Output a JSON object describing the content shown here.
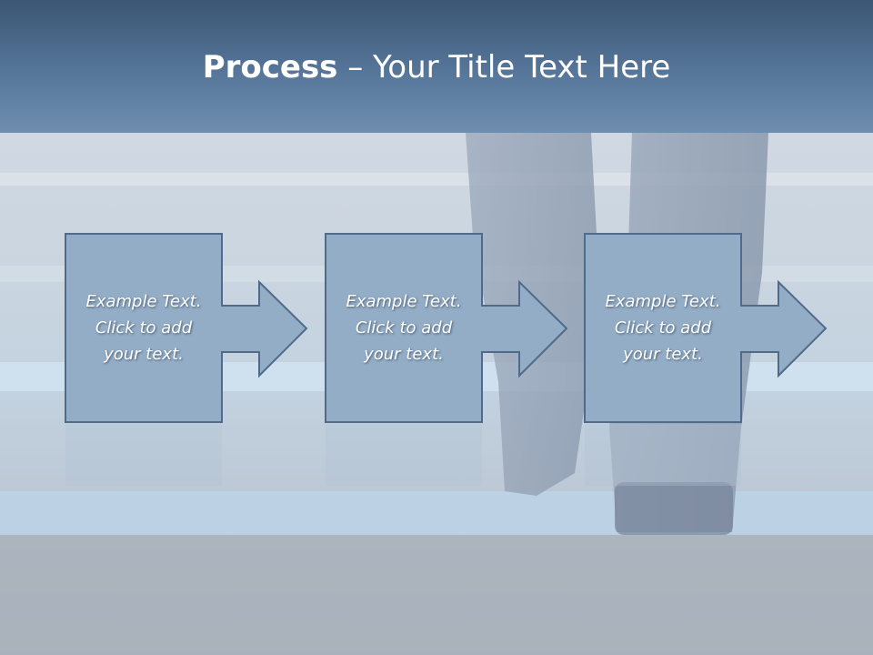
{
  "slide": {
    "title_bold": "Process",
    "title_rest": " – Your Title Text Here"
  },
  "process": {
    "steps": [
      {
        "text": "Example Text. Click  to add your text."
      },
      {
        "text": "Example Text. Click  to add your text."
      },
      {
        "text": "Example Text. Click  to add your text."
      }
    ]
  },
  "colors": {
    "header": "#4f6e90",
    "box_fill": "#93adc6",
    "box_stroke": "#4f6b89",
    "background": "#c9d3de"
  }
}
